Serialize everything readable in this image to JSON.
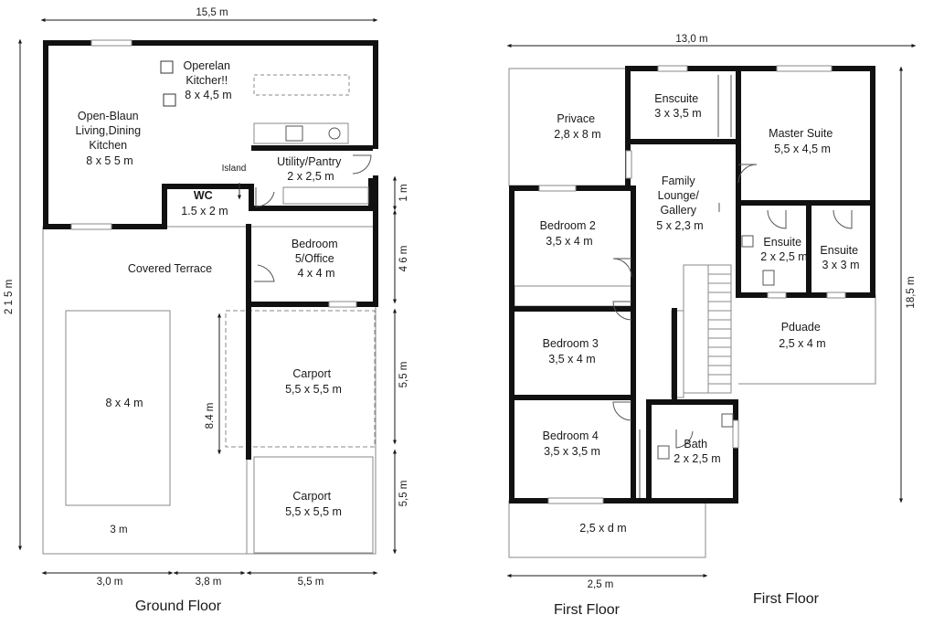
{
  "ground": {
    "overall_width": "15,5 m",
    "overall_height": "2 1 5 m",
    "rooms": {
      "kitchen": [
        "Operelan",
        "Kitcher!!",
        "8 x 4,5 m"
      ],
      "living": [
        "Open-Blaun",
        "Living,Dining",
        "Kitchen",
        "8 x 5 5 m"
      ],
      "island": "Island",
      "utility": [
        "Utility/Pantry",
        "2 x 2,5 m"
      ],
      "wc": [
        "WC",
        "1.5 x 2 m"
      ],
      "bedroom5": [
        "Bedroom",
        "5/Office",
        "4 x 4 m"
      ],
      "terrace": "Covered Terrace",
      "pool": "8 x 4 m",
      "carport1": [
        "Carport",
        "5,5 x 5,5 m"
      ],
      "carport2": [
        "Carport",
        "5,5 x 5,5 m"
      ]
    },
    "dims": {
      "right_1": "1 m",
      "right_2": "4 6 m",
      "right_3": "5,5 m",
      "right_4": "5,5 m",
      "inner_vertical": "8.4 m",
      "inner_bottom": "3 m",
      "bottom_1": "3,0 m",
      "bottom_2": "3,8 m",
      "bottom_3": "5,5 m"
    },
    "caption": "Ground Floor"
  },
  "first": {
    "overall_width": "13,0 m",
    "overall_height": "18,5 m",
    "rooms": {
      "privace": [
        "Privace",
        "2,8 x 8 m"
      ],
      "ensuite_top": [
        "Enscuite",
        "3 x 3,5 m"
      ],
      "master": [
        "Master Suite",
        "5,5 x 4,5 m"
      ],
      "lounge": [
        "Family",
        "Lounge/",
        "Gallery",
        "5 x 2,3 m"
      ],
      "bedroom2": [
        "Bedroom 2",
        "3,5 x 4 m"
      ],
      "ensuite_a": [
        "Ensuite",
        "2 x 2,5 m"
      ],
      "ensuite_b": [
        "Ensuite",
        "3 x 3 m"
      ],
      "bedroom3": [
        "Bedroom 3",
        "3,5 x 4 m"
      ],
      "pduade": [
        "Pduade",
        "2,5 x 4 m"
      ],
      "bedroom4": [
        "Bedroom 4",
        "3,5 x 3,5 m"
      ],
      "bath": [
        "Bath",
        "2 x 2,5 m"
      ],
      "balcony": "2,5 x d m"
    },
    "dims": {
      "bottom": "2,5 m"
    },
    "caption_left": "First Floor",
    "caption_right": "First Floor"
  },
  "colors": {
    "wall": "#111111",
    "thin": "#8a8a8a",
    "ink": "#1a1a1a"
  }
}
